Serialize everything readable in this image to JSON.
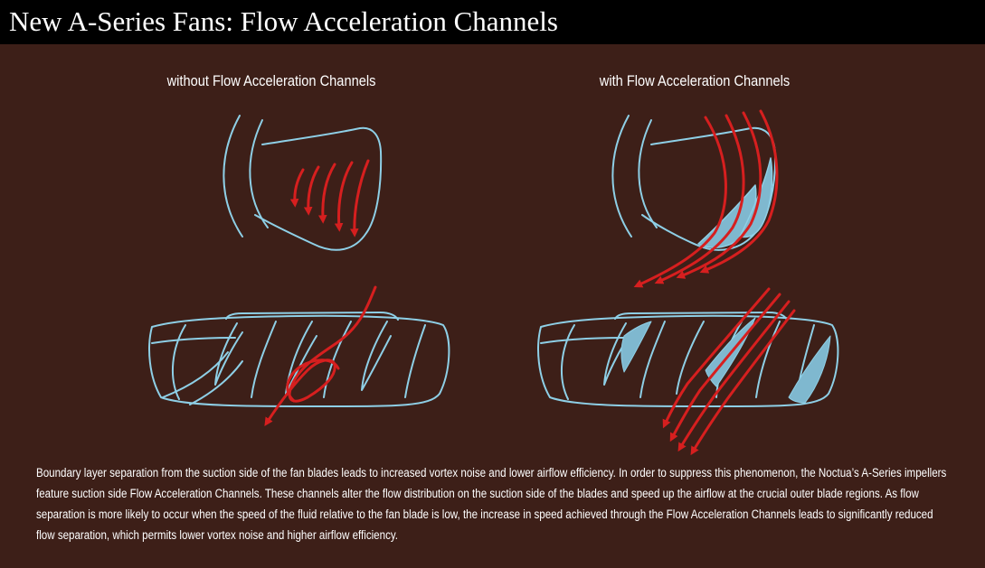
{
  "title": "New A-Series Fans: Flow Acceleration Channels",
  "captions": {
    "left": "without Flow Acceleration Channels",
    "right": "with Flow Acceleration Channels"
  },
  "description": "Boundary layer separation from the suction side of the fan blades leads to increased vortex noise and lower airflow efficiency. In order to suppress this phenomenon, the Noctua’s A-Series impellers feature suction side Flow Acceleration Channels. These channels alter the flow distribution on the suction side of the blades and speed up the airflow at the crucial outer blade regions. As flow separation is more likely to occur when the speed of the fluid relative to the fan blade is low, the increase in speed achieved through the Flow Acceleration Channels leads to significantly reduced flow separation, which permits lower vortex noise and higher airflow efficiency.",
  "colors": {
    "background": "#3d1f18",
    "title_bar": "#000000",
    "text": "#ffffff",
    "blade_outline": "#8ecfe6",
    "channel_fill": "#7fb8cf",
    "airflow": "#d61f1f"
  }
}
